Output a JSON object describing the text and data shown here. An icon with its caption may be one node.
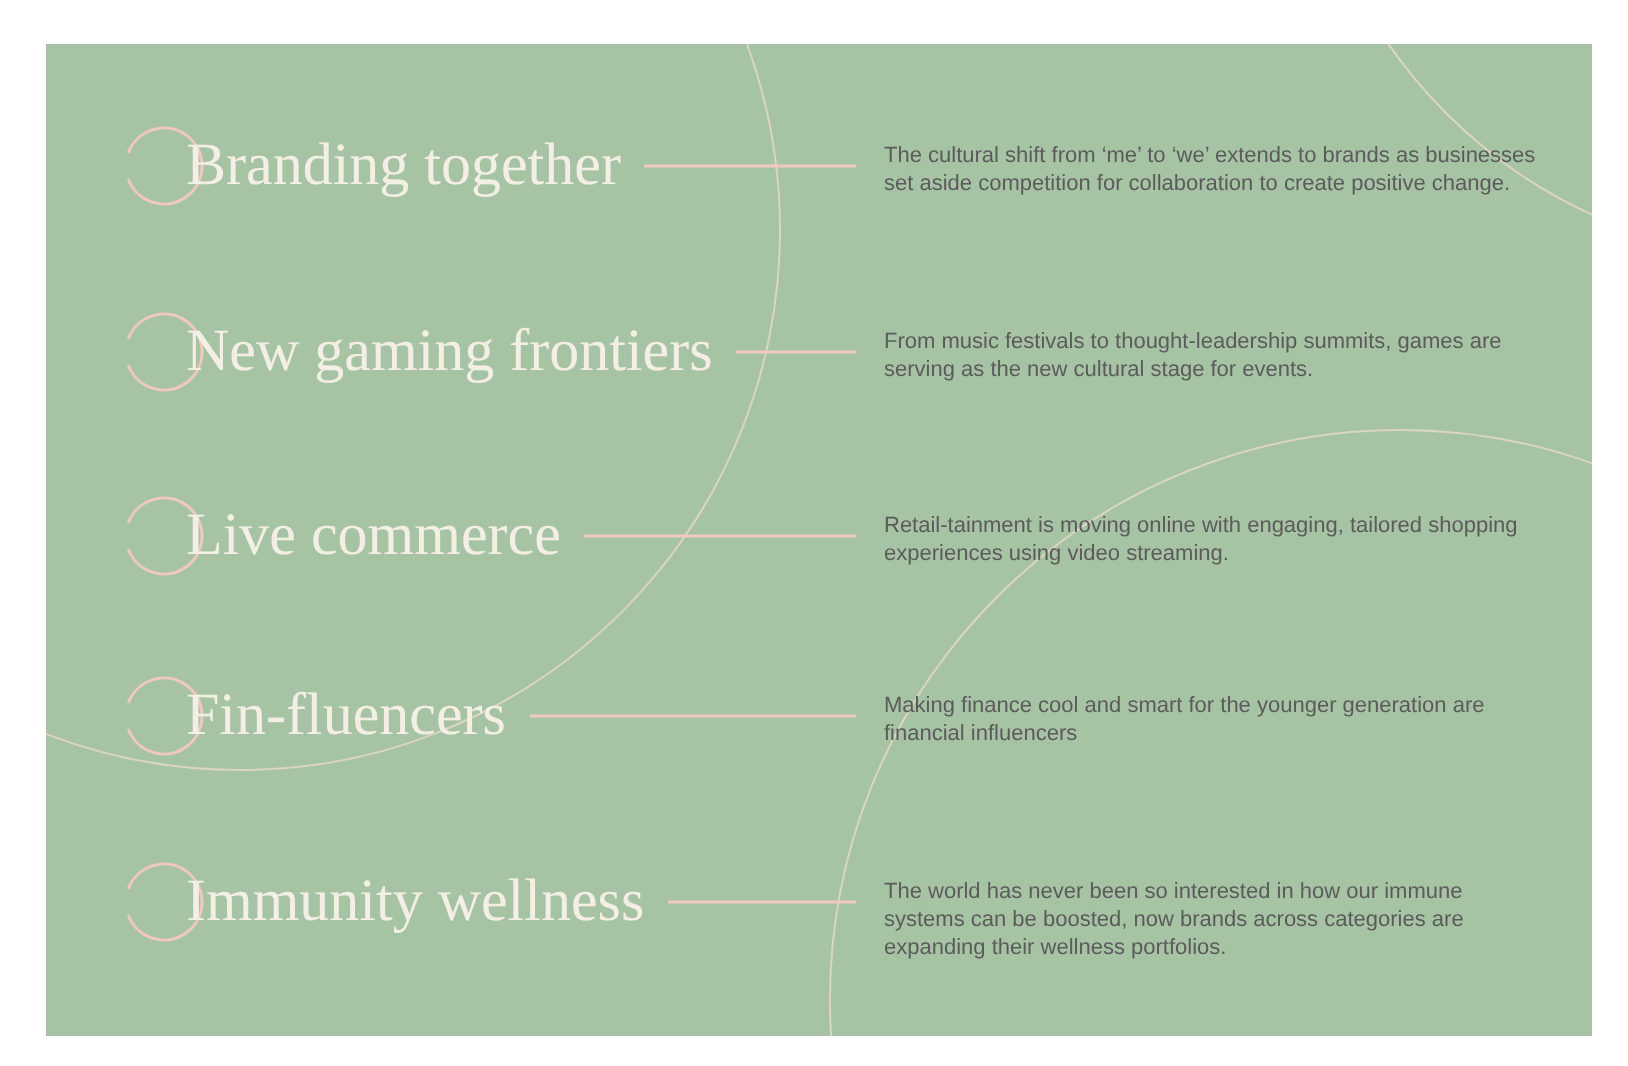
{
  "diagram": {
    "nodes": [
      {
        "text": [
          "Branding together"
        ]
      },
      {
        "text": [
          "The cultural shift from ‘me’ to ‘we’ extends to brands as businesses set aside competition for collaboration to create positive change."
        ]
      },
      {
        "text": [
          "New gaming frontiers"
        ]
      },
      {
        "text": [
          "From music festivals to thought-leadership summits, games are serving as the new cultural stage for events."
        ]
      },
      {
        "text": [
          "Live commerce"
        ]
      },
      {
        "text": [
          "Retail-tainment is moving online with engaging, tailored shopping experiences using video streaming."
        ]
      },
      {
        "text": [
          "Fin-fluencers"
        ]
      },
      {
        "text": [
          "Making finance cool and smart for the younger generation are financial influencers"
        ]
      },
      {
        "text": [
          "Immunity wellness"
        ]
      },
      {
        "text": [
          "The world has never been so interested in how our immune systems can be boosted, now brands across categories are expanding their wellness portfolios."
        ]
      }
    ],
    "edges": [
      {
        "from": 0,
        "to": 1,
        "arrow": "none"
      },
      {
        "from": 2,
        "to": 3,
        "arrow": "none"
      },
      {
        "from": 4,
        "to": 5,
        "arrow": "none"
      },
      {
        "from": 6,
        "to": 7,
        "arrow": "none"
      },
      {
        "from": 8,
        "to": 9,
        "arrow": "none"
      }
    ]
  }
}
